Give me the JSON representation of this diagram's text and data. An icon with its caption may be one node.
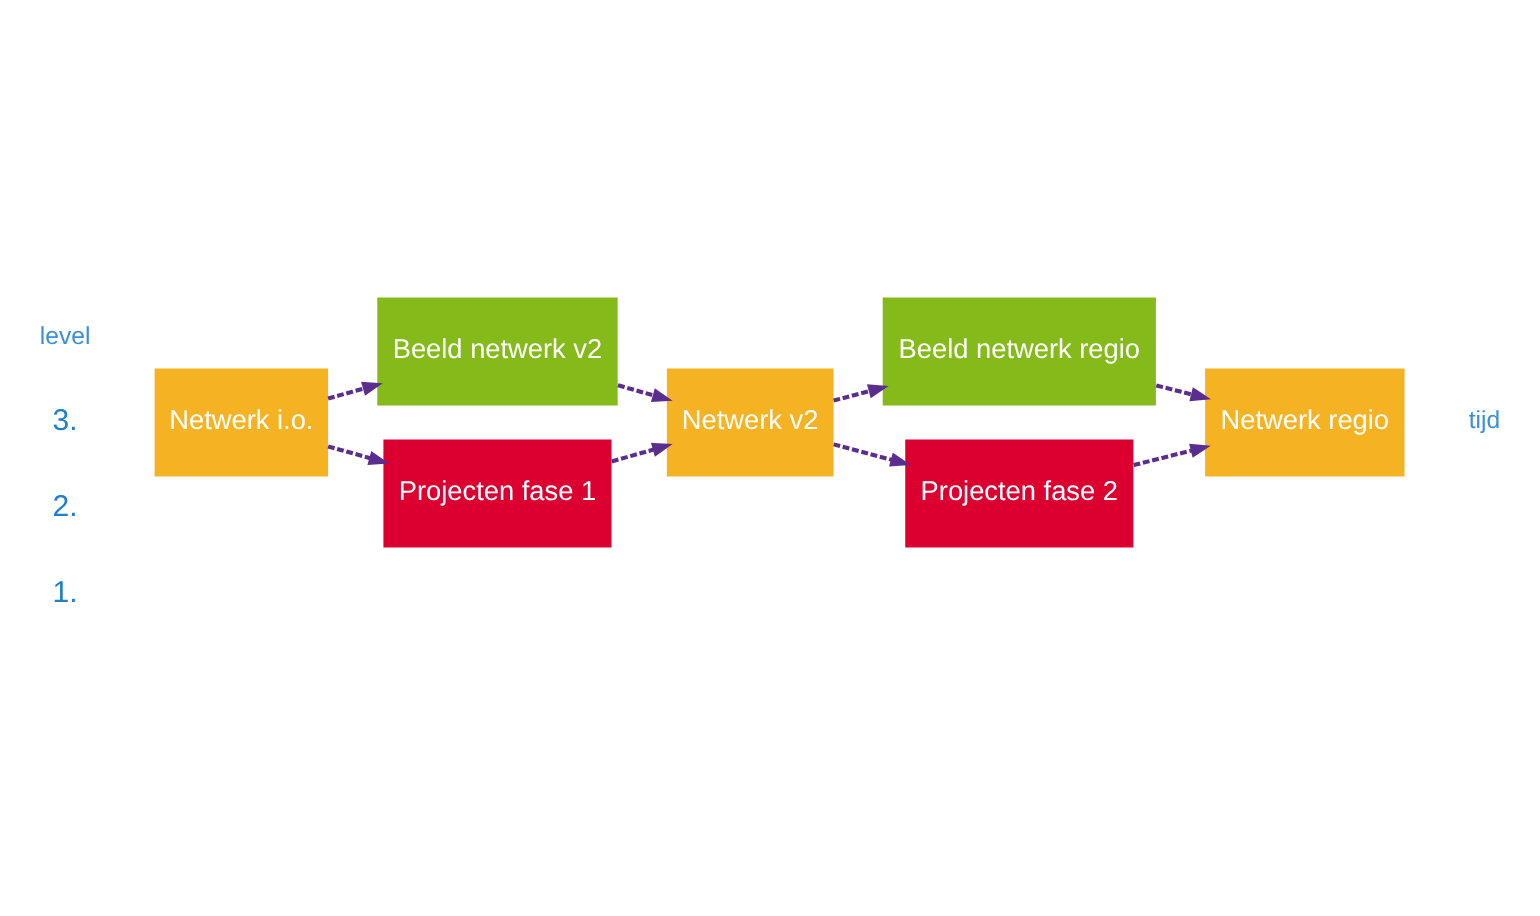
{
  "diagram": {
    "nodes": [
      {
        "text": [
          "Netwerk i.o."
        ]
      },
      {
        "text": [
          "Beeld netwerk v2"
        ]
      },
      {
        "text": [
          "Projecten fase 1"
        ]
      },
      {
        "text": [
          "Netwerk v2"
        ]
      },
      {
        "text": [
          "Beeld netwerk regio"
        ]
      },
      {
        "text": [
          "Projecten fase 2"
        ]
      },
      {
        "text": [
          "Netwerk regio"
        ]
      }
    ],
    "edges": [
      {
        "from": 0,
        "to": 1,
        "arrow": "to",
        "style": "dashed"
      },
      {
        "from": 0,
        "to": 2,
        "arrow": "to",
        "style": "dashed"
      },
      {
        "from": 1,
        "to": 3,
        "arrow": "to",
        "style": "dashed"
      },
      {
        "from": 2,
        "to": 3,
        "arrow": "to",
        "style": "dashed"
      },
      {
        "from": 3,
        "to": 4,
        "arrow": "to",
        "style": "dashed"
      },
      {
        "from": 3,
        "to": 5,
        "arrow": "to",
        "style": "dashed"
      },
      {
        "from": 4,
        "to": 6,
        "arrow": "to",
        "style": "dashed"
      },
      {
        "from": 5,
        "to": 6,
        "arrow": "to",
        "style": "dashed"
      }
    ],
    "labels": [
      "level",
      "3.",
      "2.",
      "1.",
      "tijd"
    ]
  }
}
